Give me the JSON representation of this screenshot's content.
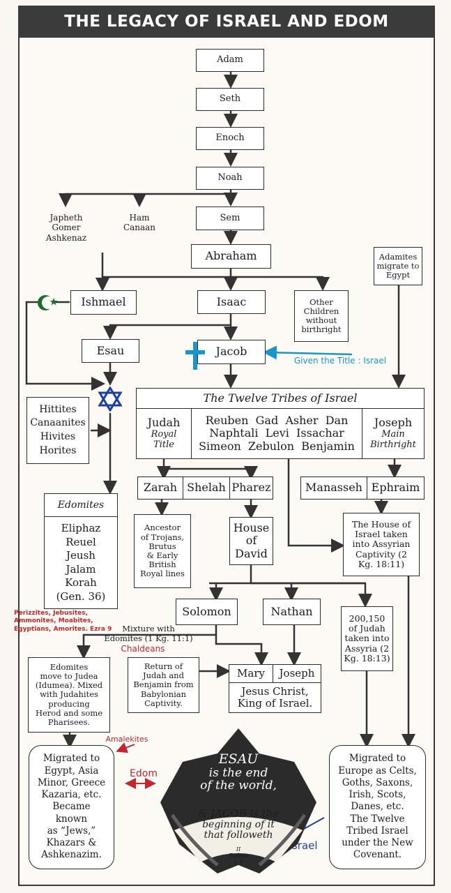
{
  "title": "THE LEGACY OF ISRAEL AND EDOM",
  "main_line": [
    "Adam",
    "Seth",
    "Enoch",
    "Noah",
    "Sem",
    "Abraham",
    "Isaac",
    "Jacob"
  ],
  "japheth": [
    "Japheth",
    "Gomer",
    "Ashkenaz"
  ],
  "ham": [
    "Ham",
    "Canaan"
  ],
  "ishmael": "Ishmael",
  "esau": "Esau",
  "adamites": [
    "Adamites",
    "migrate to",
    "Egypt"
  ],
  "other_children": [
    "Other",
    "Children",
    "without",
    "birthright"
  ],
  "given_title": "Given the Title : Israel",
  "twelve_tribes": {
    "header": "The Twelve Tribes of Israel",
    "judah": "Judah",
    "judah_sub": [
      "Royal",
      "Title"
    ],
    "middle_rows": [
      "Reuben  Gad  Asher  Dan",
      "Naphtali  Levi  Issachar",
      "Simeon  Zebulon  Benjamin"
    ],
    "joseph": "Joseph",
    "joseph_sub": [
      "Main",
      "Birthright"
    ]
  },
  "nations": [
    "Hittites",
    "Canaanites",
    "Hivites",
    "Horites"
  ],
  "judah_sons": [
    "Zarah",
    "Shelah",
    "Pharez"
  ],
  "joseph_sons": [
    "Manasseh",
    "Ephraim"
  ],
  "ancestor_trojans": [
    "Ancestor",
    "of Trojans,",
    "Brutus",
    "& Early",
    "British",
    "Royal lines"
  ],
  "house_of_david": [
    "House",
    "of",
    "David"
  ],
  "assyrian_captivity": [
    "The House of",
    "Israel taken",
    "into Assyrian",
    "Captivity (2",
    "Kg. 18:11)"
  ],
  "edomites": {
    "header": "Edomites",
    "names": [
      "Eliphaz",
      "Reuel",
      "Jeush",
      "Jalam",
      "Korah",
      "(Gen. 36)"
    ]
  },
  "perizzites_note": [
    "Perizzites, Jebusites,",
    "Ammonites, Moabites,",
    "Egyptians, Amorites. Ezra 9"
  ],
  "mixture_note": [
    "Mixture with",
    "Edomites (1 Kg. 11:1)"
  ],
  "chaldeans": "Chaldeans",
  "solomon": "Solomon",
  "nathan": "Nathan",
  "judah_assyria": [
    "200,150",
    "of Judah",
    "taken into",
    "Assyria (2",
    "Kg. 18:13)"
  ],
  "edomites_judea": [
    "Edomites",
    "move to Judea",
    "(Idumea). Mixed",
    "with Judahites",
    "producing",
    "Herod and some",
    "Pharisees."
  ],
  "return_of_judah": [
    "Return of",
    "Judah and",
    "Benjamin from",
    "Babylonian",
    "Captivity."
  ],
  "mary": "Mary",
  "joseph_husband": "Joseph",
  "jesus": [
    "Jesus Christ,",
    "King of Israel."
  ],
  "amalekites": "Amalekites",
  "edom_label": "Edom",
  "israel_label": "Israel",
  "migrated_egypt": [
    "Migrated to",
    "Egypt, Asia",
    "Minor, Greece",
    "Kazaria, etc.",
    "Became",
    "known",
    "as “Jews,”",
    "Khazars &",
    "Ashkenazim."
  ],
  "migrated_europe": [
    "Migrated to",
    "Europe as Celts,",
    "Goths, Saxons,",
    "Irish, Scots,",
    "Danes, etc.",
    "The Twelve",
    "Tribed Israel",
    "under the New",
    "Covenant."
  ],
  "emblem_text": [
    "ESAU",
    "is the end",
    "of the world,",
    "& JACOB is the",
    "beginning of it",
    "that followeth"
  ],
  "emblem_ref": [
    "II",
    "Esdras",
    "6:9"
  ],
  "colors": {
    "title_bar": "#3b3b3b",
    "crescent": "#1f6b2f",
    "star": "#1b3fa0",
    "cross": "#1a95c8",
    "red_note": "#c1272d",
    "blue_note": "#2639a8"
  },
  "icons": [
    "crescent-star-icon",
    "star-of-david-icon",
    "cross-icon"
  ]
}
